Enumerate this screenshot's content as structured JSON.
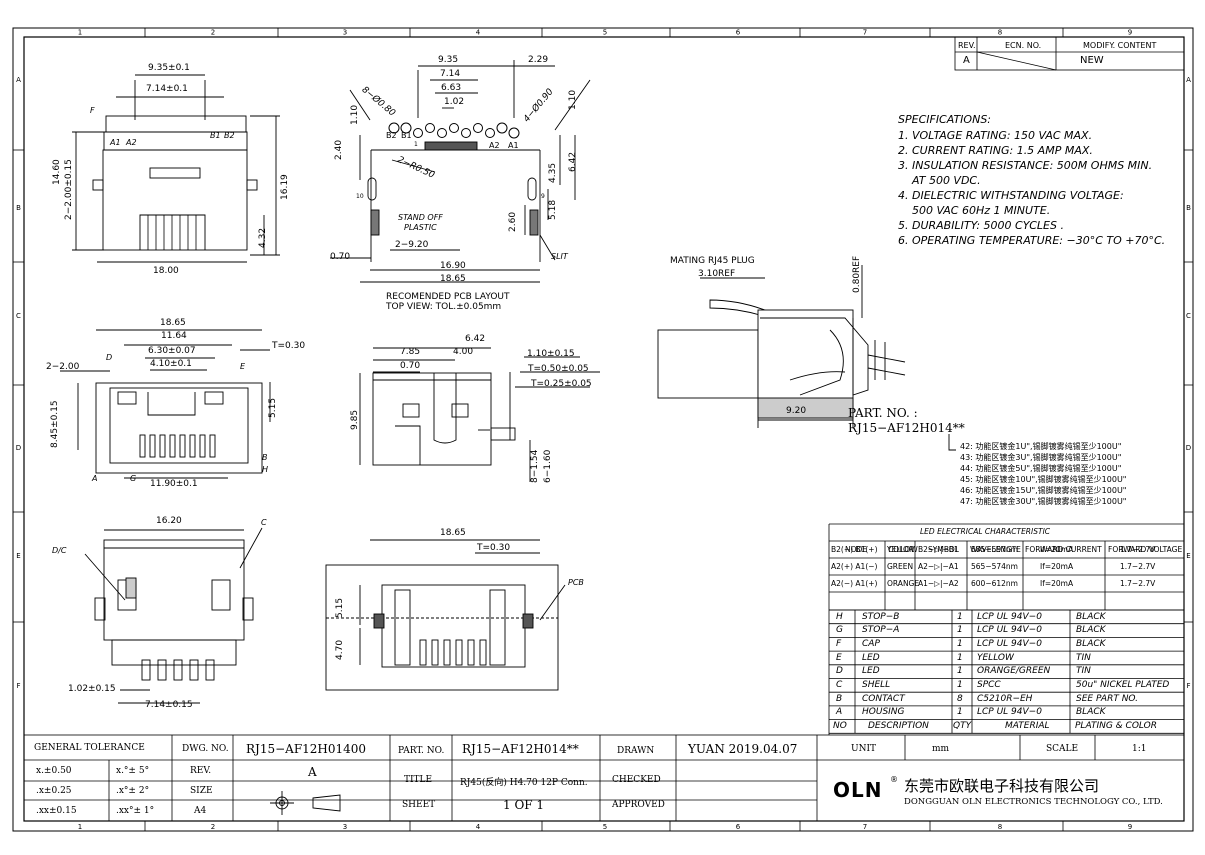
{
  "grid": {
    "cols": [
      "1",
      "2",
      "3",
      "4",
      "5",
      "6",
      "7",
      "8",
      "9"
    ],
    "rows": [
      "A",
      "B",
      "C",
      "D",
      "E",
      "F"
    ]
  },
  "revision": {
    "headers": [
      "REV.",
      "ECN. NO.",
      "MODIFY. CONTENT"
    ],
    "row": [
      "A",
      "",
      "NEW"
    ]
  },
  "specifications": {
    "title": "SPECIFICATIONS:",
    "items": [
      "1. VOLTAGE RATING: 150 VAC MAX.",
      "2. CURRENT RATING: 1.5 AMP MAX.",
      "3. INSULATION RESISTANCE: 500M OHMS MIN.",
      "AT 500 VDC.",
      "4. DIELECTRIC WITHSTANDING VOLTAGE:",
      "500 VAC 60Hz 1 MINUTE.",
      "5. DURABILITY: 5000 CYCLES .",
      "6. OPERATING TEMPERATURE: −30°C TO +70°C."
    ]
  },
  "front_view": {
    "dims": [
      "9.35±0.1",
      "7.14±0.1",
      "14.60",
      "2−2.00±0.15",
      "16.19",
      "4.32",
      "18.00"
    ],
    "labels": [
      "F",
      "A1",
      "A2",
      "B1",
      "B2"
    ]
  },
  "pcb_layout": {
    "dims": [
      "9.35",
      "7.14",
      "6.63",
      "1.02",
      "2.29",
      "1.10",
      "4−Ø0.90",
      "8−Ø0.80",
      "1.10",
      "2.40",
      "2−R0.50",
      "4.35",
      "6.42",
      "5.18",
      "2.60",
      "2−9.20",
      "0.70",
      "16.90",
      "18.65"
    ],
    "labels": [
      "B2",
      "B1",
      "A2",
      "A1",
      "1",
      "9",
      "10",
      "STAND OFF",
      "PLASTIC",
      "SLIT"
    ],
    "caption1": "RECOMENDED PCB LAYOUT",
    "caption2": "TOP VIEW: TOL.±0.05mm"
  },
  "mating_plug": {
    "title": "MATING RJ45 PLUG",
    "dims": [
      "3.10REF",
      "0.80REF",
      "9.20"
    ]
  },
  "part_no": {
    "label": "PART. NO. :",
    "value": "RJ15−AF12H014**",
    "options": [
      "42: 功能区镀金1U\",锡脚镀雾纯锡至少100U\"",
      "43: 功能区镀金3U\",锡脚镀雾纯锡至少100U\"",
      "44: 功能区镀金5U\",锡脚镀雾纯锡至少100U\"",
      "45: 功能区镀金10U\",锡脚镀雾纯锡至少100U\"",
      "46: 功能区镀金15U\",锡脚镀雾纯锡至少100U\"",
      "47: 功能区镀金30U\",锡脚镀雾纯锡至少100U\""
    ]
  },
  "bottom_view": {
    "dims": [
      "18.65",
      "11.64",
      "6.30±0.07",
      "4.10±0.1",
      "T=0.30",
      "2−2.00",
      "5.15",
      "8.45±0.15",
      "11.90±0.1"
    ],
    "labels": [
      "D",
      "E",
      "B",
      "H",
      "A",
      "G"
    ]
  },
  "side_view": {
    "dims": [
      "6.42",
      "7.85",
      "4.00",
      "0.70",
      "1.10±0.15",
      "T=0.50±0.05",
      "T=0.25±0.05",
      "9.85",
      "8−1.54",
      "6−1.60"
    ]
  },
  "rear_view": {
    "dims": [
      "16.20",
      "1.02±0.15",
      "7.14±0.15"
    ],
    "labels": [
      "C",
      "D/C"
    ]
  },
  "pcb_view": {
    "dims": [
      "18.65",
      "T=0.30",
      "5.15",
      "4.70"
    ],
    "labels": [
      "PCB"
    ]
  },
  "led_table": {
    "title": "LED ELECTRICAL CHARACTERISTIC",
    "headers": [
      "NODE",
      "COLOR",
      "SYMBOL",
      "WAVELENGTE",
      "FORWARD CURRENT",
      "FORWARD VOLTAGE"
    ],
    "rows": [
      [
        "B2(−) B1(+)",
        "YELLOW",
        "B2−▷|−B1",
        "585−597nm",
        "If=20mA",
        "1.7−2.7V"
      ],
      [
        "A2(+) A1(−)",
        "GREEN",
        "A2−▷|−A1",
        "565−574nm",
        "If=20mA",
        "1.7−2.7V"
      ],
      [
        "A2(−) A1(+)",
        "ORANGE",
        "A1−▷|−A2",
        "600−612nm",
        "If=20mA",
        "1.7−2.7V"
      ]
    ]
  },
  "bom": {
    "rows": [
      [
        "H",
        "STOP−B",
        "1",
        "LCP UL 94V−0",
        "BLACK"
      ],
      [
        "G",
        "STOP−A",
        "1",
        "LCP UL 94V−0",
        "BLACK"
      ],
      [
        "F",
        "CAP",
        "1",
        "LCP UL 94V−0",
        "BLACK"
      ],
      [
        "E",
        "LED",
        "1",
        "YELLOW",
        "TIN"
      ],
      [
        "D",
        "LED",
        "1",
        "ORANGE/GREEN",
        "TIN"
      ],
      [
        "C",
        "SHELL",
        "1",
        "SPCC",
        "50u\" NICKEL PLATED"
      ],
      [
        "B",
        "CONTACT",
        "8",
        "C5210R−EH",
        "SEE PART NO."
      ],
      [
        "A",
        "HOUSING",
        "1",
        "LCP UL 94V−0",
        "BLACK"
      ]
    ],
    "headers": [
      "NO",
      "DESCRIPTION",
      "QTY",
      "MATERIAL",
      "PLATING & COLOR"
    ]
  },
  "title_block": {
    "general_tolerance": "GENERAL TOLERANCE",
    "tol": [
      [
        "x.±0.50",
        "x.°± 5°"
      ],
      [
        ".x±0.25",
        ".x°± 2°"
      ],
      [
        ".xx±0.15",
        ".xx°± 1°"
      ]
    ],
    "dwg_no_label": "DWG. NO.",
    "dwg_no": "RJ15−AF12H01400",
    "rev_label": "REV.",
    "rev": "A",
    "size_label": "SIZE",
    "size": "A4",
    "part_no_label": "PART. NO.",
    "part_no": "RJ15−AF12H014**",
    "title_label": "TITLE",
    "title": "RJ45(反向) H4.70 12P Conn.",
    "sheet_label": "SHEET",
    "sheet": "1 OF 1",
    "drawn_label": "DRAWN",
    "drawn": "YUAN 2019.04.07",
    "checked_label": "CHECKED",
    "approved_label": "APPROVED",
    "unit_label": "UNIT",
    "unit": "mm",
    "scale_label": "SCALE",
    "scale": "1:1",
    "logo": "OLN",
    "company_cn": "东莞市欧联电子科技有限公司",
    "company_en": "DONGGUAN OLN ELECTRONICS TECHNOLOGY CO., LTD."
  }
}
